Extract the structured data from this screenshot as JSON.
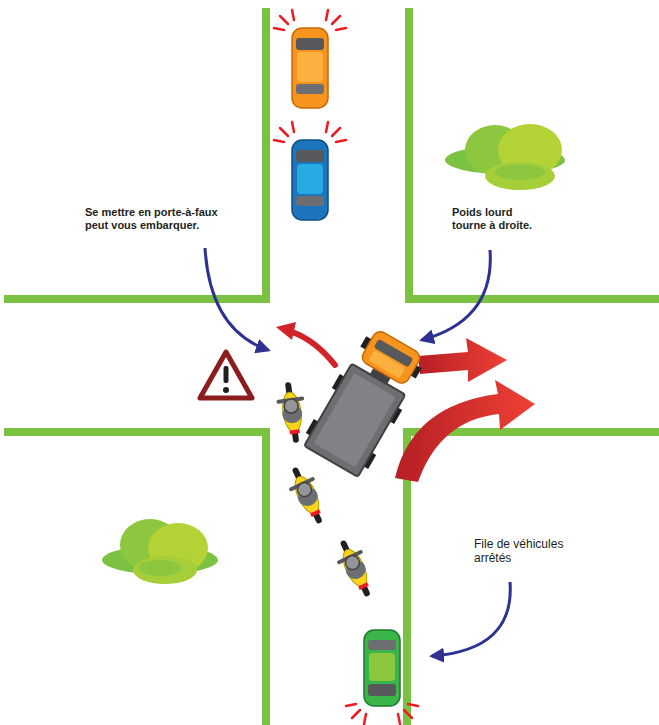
{
  "diagram": {
    "labels": [
      "Se mettre en porte-à-faux peut vous embarquer.",
      "Poids lourd tourne à droite.",
      "File de véhicules arrêtés"
    ]
  }
}
